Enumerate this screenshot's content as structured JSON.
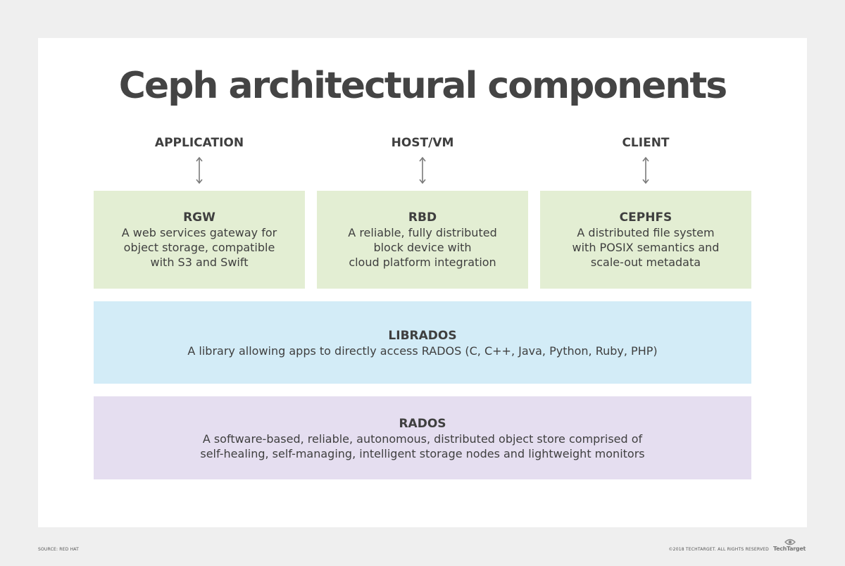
{
  "title": "Ceph architectural components",
  "top_labels": [
    "APPLICATION",
    "HOST/VM",
    "CLIENT"
  ],
  "components": [
    {
      "name": "RGW",
      "description": "A web services gateway for\nobject storage, compatible\nwith S3 and Swift"
    },
    {
      "name": "RBD",
      "description": "A reliable, fully distributed\nblock device with\ncloud platform integration"
    },
    {
      "name": "CEPHFS",
      "description": "A distributed file system\nwith POSIX semantics and\nscale-out metadata"
    }
  ],
  "librados": {
    "name": "LIBRADOS",
    "description": "A library allowing apps to directly access RADOS (C, C++, Java, Python, Ruby, PHP)"
  },
  "rados": {
    "name": "RADOS",
    "description": "A software-based, reliable, autonomous, distributed object store comprised of\nself-healing, self-managing, intelligent storage nodes and lightweight monitors"
  },
  "footer": {
    "source": "SOURCE: RED HAT",
    "copyright": "©2018 TECHTARGET. ALL RIGHTS RESERVED",
    "logo_text": "TechTarget"
  },
  "colors": {
    "background": "#efefef",
    "green_box": "#e3eed3",
    "blue_box": "#d3ecf7",
    "purple_box": "#e5def0",
    "text": "#3f3f3f",
    "arrow": "#7a7a7a"
  },
  "icons": {
    "arrow": "double-headed-vertical-arrow-icon",
    "logo": "techtarget-eye-logo-icon"
  }
}
